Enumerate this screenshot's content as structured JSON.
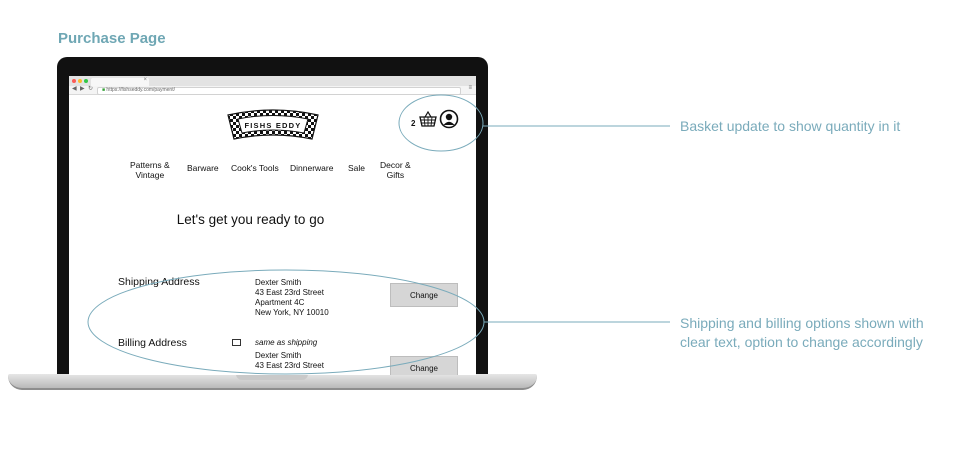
{
  "page_heading": "Purchase Page",
  "browser": {
    "url": "https://fishseddy.com/payment/"
  },
  "site": {
    "logo_text": "FISHS EDDY",
    "basket_count": "2",
    "nav": [
      {
        "line1": "Patterns &",
        "line2": "Vintage"
      },
      {
        "line1": "Barware",
        "line2": ""
      },
      {
        "line1": "Cook's Tools",
        "line2": ""
      },
      {
        "line1": "Dinnerware",
        "line2": ""
      },
      {
        "line1": "Sale",
        "line2": ""
      },
      {
        "line1": "Decor &",
        "line2": "Gifts"
      }
    ],
    "headline": "Let's get you ready to go",
    "shipping": {
      "label": "Shipping Address",
      "lines": [
        "Dexter Smith",
        "43 East 23rd Street",
        "Apartment 4C",
        "New York, NY 10010"
      ],
      "change_label": "Change"
    },
    "billing": {
      "label": "Billing Address",
      "same_as_shipping": "same as shipping",
      "lines": [
        "Dexter Smith",
        "43 East 23rd Street"
      ],
      "change_label": "Change"
    }
  },
  "annotations": {
    "basket_note": "Basket update to show quantity in it",
    "address_note_line1": "Shipping and billing options shown with",
    "address_note_line2": "clear text, option to change accordingly"
  },
  "colors": {
    "accent": "#6fa7b4",
    "annotation": "#7aabbb"
  }
}
